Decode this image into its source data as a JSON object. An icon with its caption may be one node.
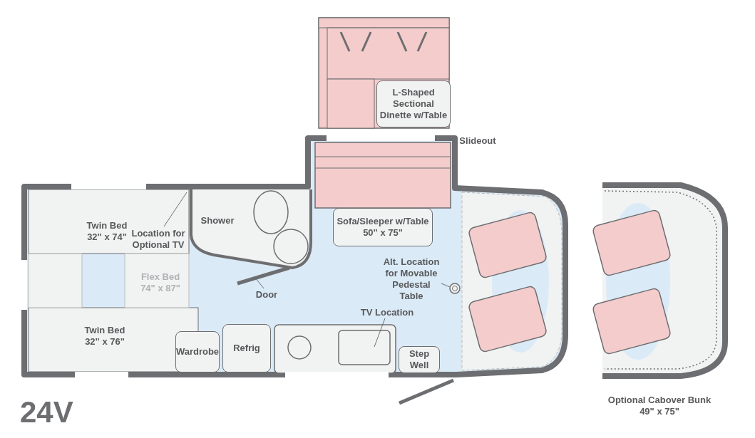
{
  "diagram": {
    "nodes": [
      {
        "text": [
          "L-Shaped Sectional Dinette w/Table"
        ]
      },
      {
        "text": [
          "Twin Bed",
          "32\" x 74\""
        ]
      },
      {
        "text": [
          "Location for Optional TV"
        ]
      },
      {
        "text": [
          "Shower"
        ]
      },
      {
        "text": [
          "Sofa/Sleeper w/Table",
          "50\" x 75\""
        ]
      },
      {
        "text": [
          "Alt. Location for Movable Pedestal Table"
        ]
      },
      {
        "text": [],
        "shape": "circle"
      },
      {
        "text": [
          "Door"
        ]
      },
      {
        "text": [],
        "shape": "bar"
      },
      {
        "text": [
          "TV Location"
        ]
      },
      {
        "text": [
          "Twin Bed",
          "32\" x 76\""
        ]
      },
      {
        "text": [
          "Wardrobe"
        ]
      },
      {
        "text": [
          "Refrig"
        ]
      },
      {
        "text": [
          "Step Well"
        ]
      }
    ],
    "edges": [
      {
        "from": 2,
        "to": null,
        "arrow": "none"
      },
      {
        "from": 5,
        "to": 6,
        "arrow": "none"
      },
      {
        "from": 7,
        "to": 8,
        "arrow": "none"
      },
      {
        "from": 9,
        "to": null,
        "arrow": "none"
      }
    ],
    "labels": [
      "Slideout",
      "Flex Bed 74\" x 87\"",
      "24V",
      "Optional Cabover Bunk",
      "49\" x 75\""
    ]
  }
}
